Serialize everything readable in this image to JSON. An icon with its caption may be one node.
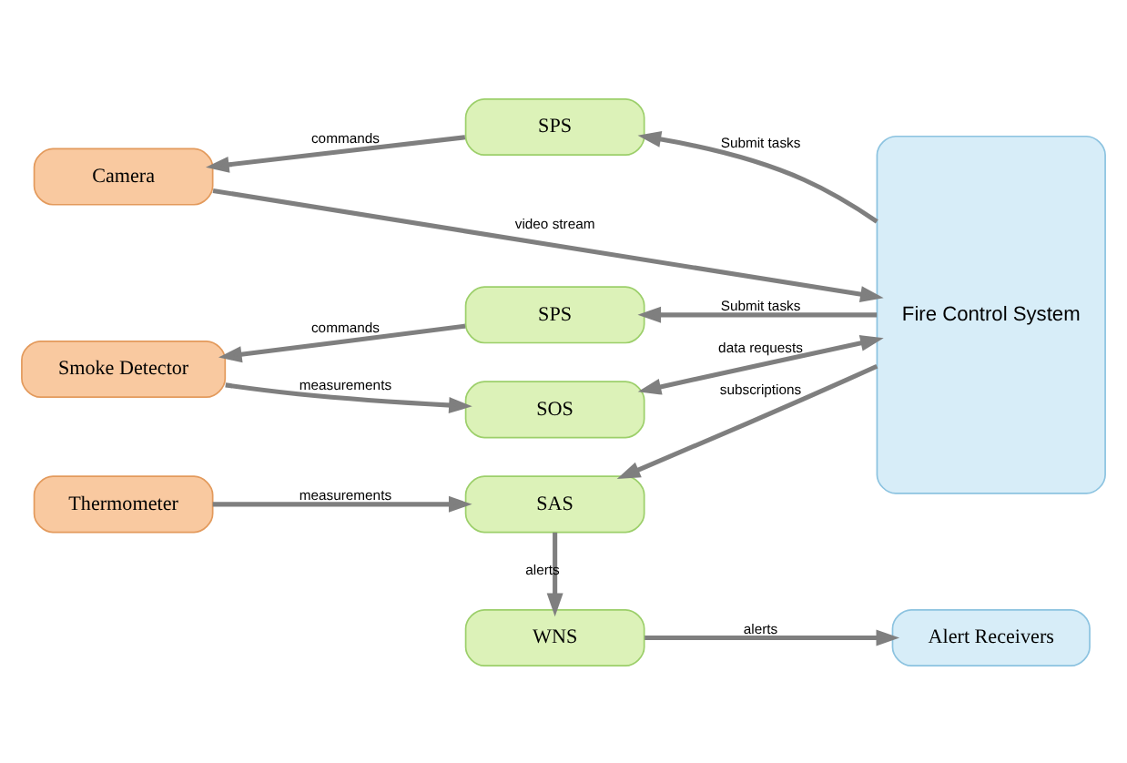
{
  "diagram": {
    "nodes": [
      {
        "text": [
          "Camera"
        ]
      },
      {
        "text": [
          "SPS"
        ]
      },
      {
        "text": [
          "Fire Control System"
        ]
      },
      {
        "text": [
          "SPS"
        ]
      },
      {
        "text": [
          "Smoke Detector"
        ]
      },
      {
        "text": [
          "SOS"
        ]
      },
      {
        "text": [
          "Thermometer"
        ]
      },
      {
        "text": [
          "SAS"
        ]
      },
      {
        "text": [
          "WNS"
        ]
      },
      {
        "text": [
          "Alert Receivers"
        ]
      }
    ],
    "edges": [
      {
        "from": 1,
        "to": 0,
        "arrow": "to",
        "label": "commands"
      },
      {
        "from": 2,
        "to": 1,
        "arrow": "to",
        "label": "Submit tasks"
      },
      {
        "from": 0,
        "to": 2,
        "arrow": "to",
        "label": "video stream"
      },
      {
        "from": 3,
        "to": 4,
        "arrow": "to",
        "label": "commands"
      },
      {
        "from": 2,
        "to": 3,
        "arrow": "to",
        "label": "Submit tasks"
      },
      {
        "from": 4,
        "to": 5,
        "arrow": "to",
        "label": "measurements"
      },
      {
        "from": 2,
        "to": 5,
        "arrow": "both",
        "label": "data requests"
      },
      {
        "from": 6,
        "to": 7,
        "arrow": "to",
        "label": "measurements"
      },
      {
        "from": 2,
        "to": 7,
        "arrow": "to",
        "label": "subscriptions"
      },
      {
        "from": 7,
        "to": 8,
        "arrow": "to",
        "label": "alerts"
      },
      {
        "from": 8,
        "to": 9,
        "arrow": "to",
        "label": "alerts"
      }
    ]
  }
}
